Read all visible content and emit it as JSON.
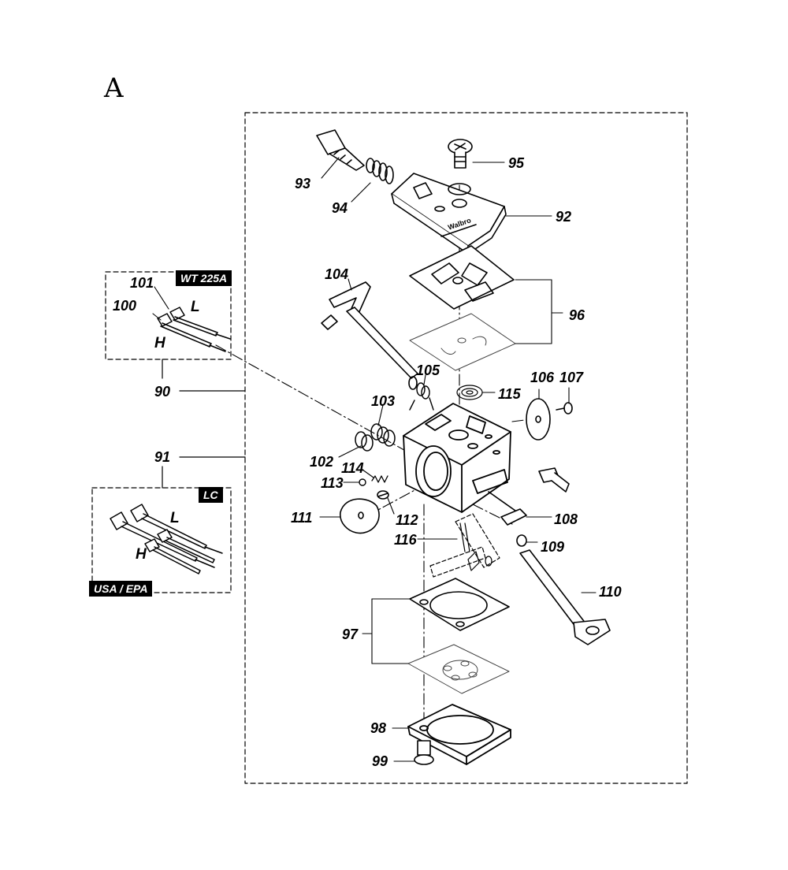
{
  "section_label": "A",
  "variants": {
    "wt225a": "WT 225A",
    "lc": "LC",
    "usa_epa": "USA / EPA"
  },
  "needle_labels": {
    "low": "L",
    "high": "H"
  },
  "parts": {
    "p90": "90",
    "p91": "91",
    "p92": "92",
    "p93": "93",
    "p94": "94",
    "p95": "95",
    "p96": "96",
    "p97": "97",
    "p98": "98",
    "p99": "99",
    "p100": "100",
    "p101": "101",
    "p102": "102",
    "p103": "103",
    "p104": "104",
    "p105": "105",
    "p106": "106",
    "p107": "107",
    "p108": "108",
    "p109": "109",
    "p110": "110",
    "p111": "111",
    "p112": "112",
    "p113": "113",
    "p114": "114",
    "p115": "115",
    "p116": "116"
  },
  "cover_brand": "Walbro"
}
